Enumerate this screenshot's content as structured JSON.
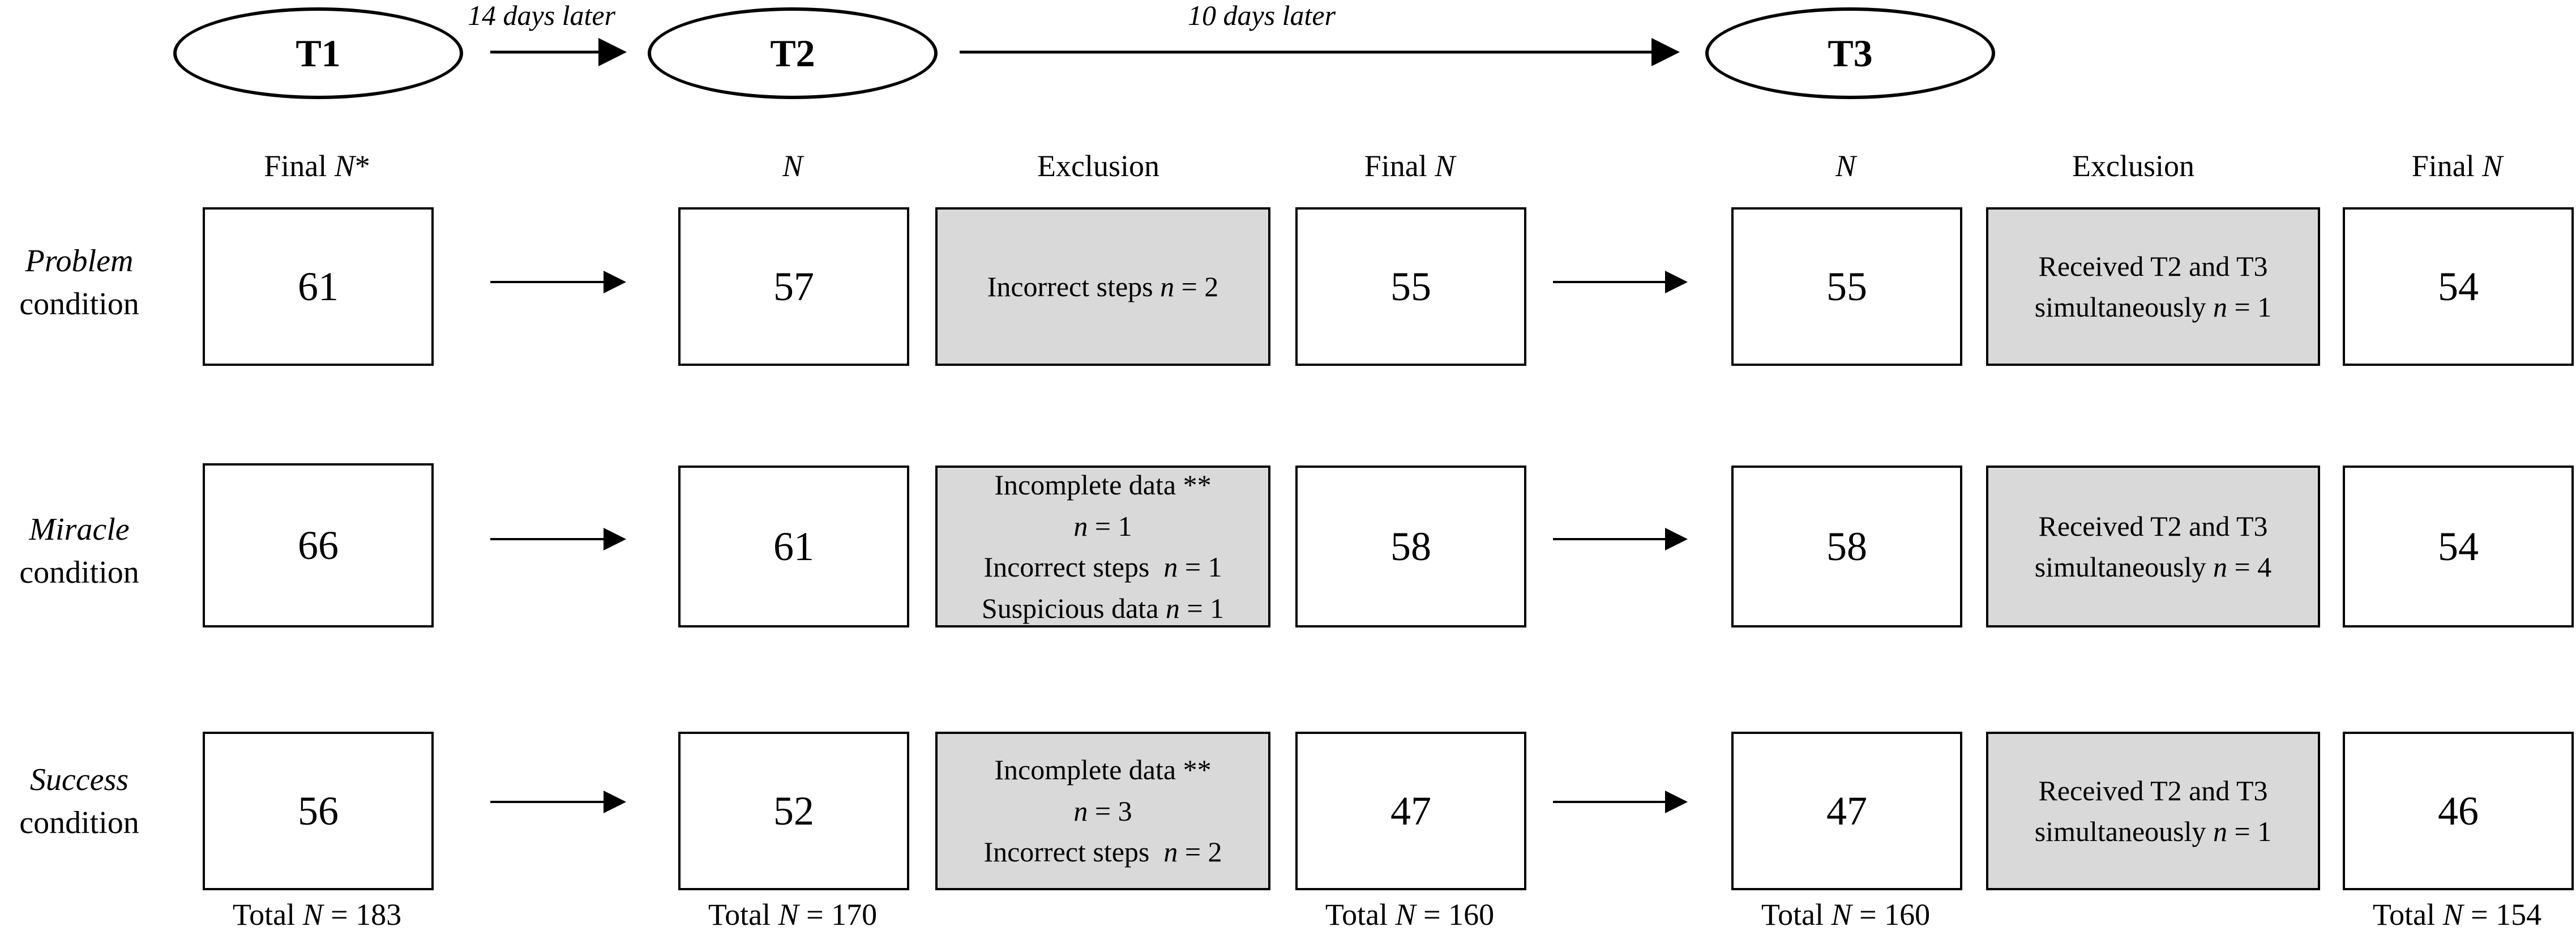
{
  "timepoints": {
    "t1": "T1",
    "t2": "T2",
    "t3": "T3"
  },
  "delays": {
    "t1_t2": "14 days later",
    "t2_t3": "10 days later"
  },
  "headers": {
    "t1_final": "Final N*",
    "t2_n": "N",
    "t2_exclusion": "Exclusion",
    "t2_final": "Final N",
    "t3_n": "N",
    "t3_exclusion": "Exclusion",
    "t3_final": "Final N"
  },
  "conditions": [
    {
      "name": "Problem",
      "suffix": "condition",
      "t1_final": "61",
      "t2_n": "57",
      "t2_exclusion": [
        "Incorrect steps n = 2"
      ],
      "t2_final": "55",
      "t3_n": "55",
      "t3_exclusion": [
        "Received T2 and T3",
        "simultaneously n = 1"
      ],
      "t3_final": "54"
    },
    {
      "name": "Miracle",
      "suffix": "condition",
      "t1_final": "66",
      "t2_n": "61",
      "t2_exclusion": [
        "Incomplete data **",
        "n = 1",
        "Incorrect steps  n = 1",
        "Suspicious data n = 1"
      ],
      "t2_final": "58",
      "t3_n": "58",
      "t3_exclusion": [
        "Received T2 and T3",
        "simultaneously n = 4"
      ],
      "t3_final": "54"
    },
    {
      "name": "Success",
      "suffix": "condition",
      "t1_final": "56",
      "t2_n": "52",
      "t2_exclusion": [
        "Incomplete data **",
        "n = 3",
        "Incorrect steps  n = 2"
      ],
      "t2_final": "47",
      "t3_n": "47",
      "t3_exclusion": [
        "Received T2 and T3",
        "simultaneously n = 1"
      ],
      "t3_final": "46"
    }
  ],
  "totals": {
    "t1_final": "Total N = 183",
    "t2_n": "Total N = 170",
    "t2_final": "Total N = 160",
    "t3_n": "Total N = 160",
    "t3_final": "Total N = 154"
  }
}
